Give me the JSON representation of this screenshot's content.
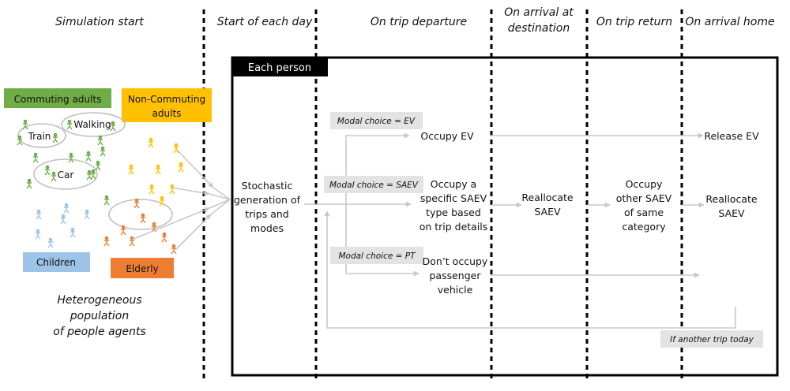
{
  "columns": [
    {
      "id": "sim-start",
      "label": [
        "Simulation start"
      ]
    },
    {
      "id": "start-day",
      "label": [
        "Start of each day"
      ]
    },
    {
      "id": "trip-departure",
      "label": [
        "On trip departure"
      ]
    },
    {
      "id": "arrival-destination",
      "label": [
        "On arrival at",
        "destination"
      ]
    },
    {
      "id": "trip-return",
      "label": [
        "On trip return"
      ]
    },
    {
      "id": "arrival-home",
      "label": [
        "On arrival home"
      ]
    }
  ],
  "population": {
    "groups": [
      {
        "id": "commuting",
        "label": [
          "Commuting adults"
        ],
        "color": "#70ad47"
      },
      {
        "id": "non-commuting",
        "label": [
          "Non-Commuting",
          "adults"
        ],
        "color": "#ffc000"
      },
      {
        "id": "children",
        "label": [
          "Children"
        ],
        "color": "#9dc3e6"
      },
      {
        "id": "elderly",
        "label": [
          "Elderly"
        ],
        "color": "#ed7d31"
      }
    ],
    "modes": [
      "Train",
      "Walking",
      "Car"
    ],
    "caption": [
      "Heterogeneous",
      "population",
      "of people agents"
    ]
  },
  "process": {
    "title": "Each person",
    "generation": [
      "Stochastic",
      "generation of",
      "trips and",
      "modes"
    ],
    "conditions": {
      "ev": "Modal choice = EV",
      "saev": "Modal choice = SAEV",
      "pt": "Modal choice = PT",
      "loop": "If another trip today"
    },
    "steps": {
      "occupy_ev": [
        "Occupy EV"
      ],
      "release_ev": [
        "Release EV"
      ],
      "occupy_saev": [
        "Occupy a",
        "specific SAEV",
        "type based",
        "on trip details"
      ],
      "reallocate_dest": [
        "Reallocate",
        "SAEV"
      ],
      "occupy_other": [
        "Occupy",
        "other SAEV",
        "of same",
        "category"
      ],
      "reallocate_home": [
        "Reallocate",
        "SAEV"
      ],
      "no_vehicle": [
        "Don’t occupy",
        "passenger",
        "vehicle"
      ]
    }
  },
  "colors": {
    "arrow": "#c8c8c8",
    "condition_bg": "#e3e3e3",
    "title_bg": "#000000"
  }
}
